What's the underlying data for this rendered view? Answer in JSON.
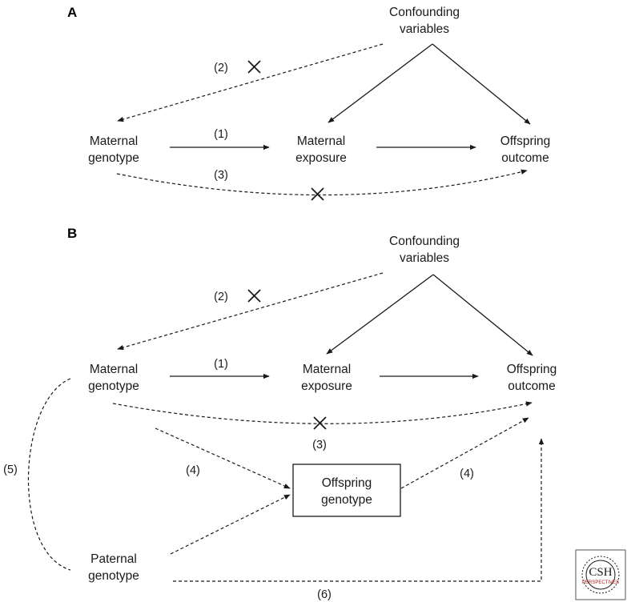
{
  "panels": {
    "a": {
      "letter": "A",
      "confounders_line1": "Confounding",
      "confounders_line2": "variables",
      "mgenotype_line1": "Maternal",
      "mgenotype_line2": "genotype",
      "exposure_line1": "Maternal",
      "exposure_line2": "exposure",
      "outcome_line1": "Offspring",
      "outcome_line2": "outcome",
      "path1": "(1)",
      "path2": "(2)",
      "path3": "(3)"
    },
    "b": {
      "letter": "B",
      "confounders_line1": "Confounding",
      "confounders_line2": "variables",
      "mgenotype_line1": "Maternal",
      "mgenotype_line2": "genotype",
      "exposure_line1": "Maternal",
      "exposure_line2": "exposure",
      "outcome_line1": "Offspring",
      "outcome_line2": "outcome",
      "ogenotype_line1": "Offspring",
      "ogenotype_line2": "genotype",
      "pgenotype_line1": "Paternal",
      "pgenotype_line2": "genotype",
      "path1": "(1)",
      "path2": "(2)",
      "path3": "(3)",
      "path4a": "(4)",
      "path4b": "(4)",
      "path5": "(5)",
      "path6": "(6)"
    }
  },
  "logo": {
    "line1": "CSH",
    "line2": "PERSPECTIVES"
  }
}
